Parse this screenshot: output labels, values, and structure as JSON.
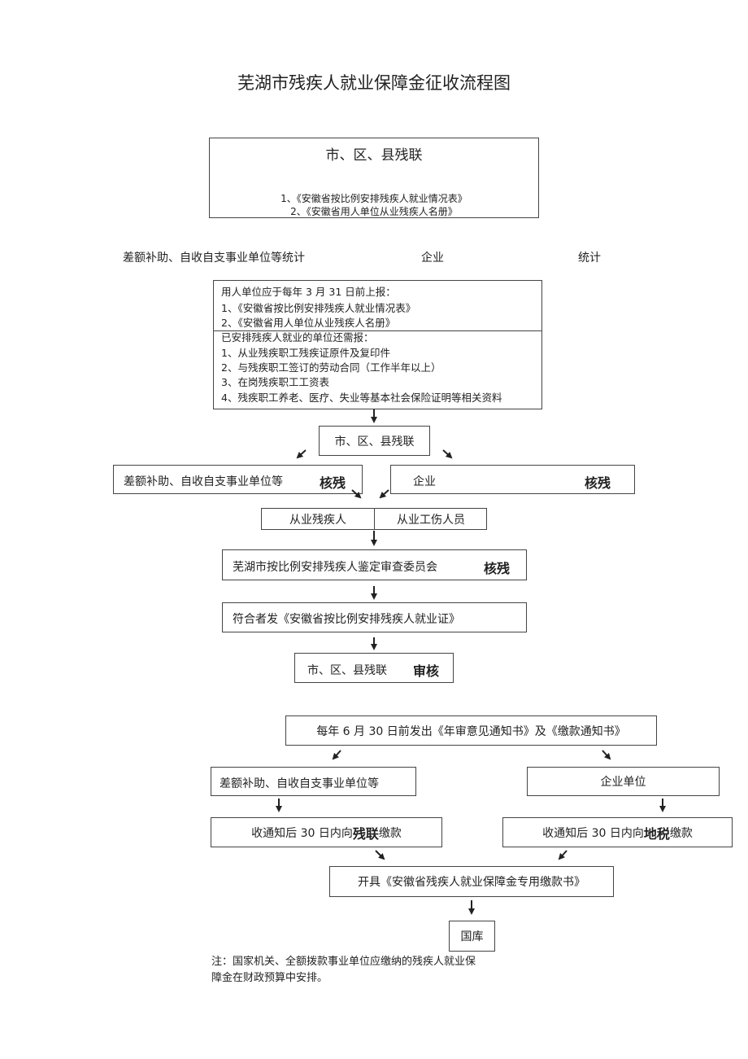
{
  "title": "芜湖市残疾人就业保障金征收流程图",
  "top_box": {
    "heading": "市、区、县残联",
    "items": [
      "1、《安徽省按比例安排残疾人就业情况表》",
      "2、《安徽省用人单位从业残疾人名册》"
    ]
  },
  "stat_row": {
    "left": "差额补助、自收自支事业单位等统计",
    "middle": "企业",
    "right": "统计"
  },
  "report_box": {
    "intro": "用人单位应于每年 3 月 31 日前上报：",
    "items": [
      "1、《安徽省按比例安排残疾人就业情况表》",
      "2、《安徽省用人单位从业残疾人名册》"
    ],
    "extra_heading": "已安排残疾人就业的单位还需报：",
    "extra_items": [
      "1、从业残疾职工残疾证原件及复印件",
      "2、与残疾职工签订的劳动合同（工作半年以上）",
      "3、在岗残疾职工工资表",
      "4、残疾职工养老、医疗、失业等基本社会保险证明等相关资料"
    ]
  },
  "lianhe1": "市、区、县残联",
  "check_left": {
    "label": "差额补助、自收自支事业单位等",
    "mark": "核残"
  },
  "check_right": {
    "label": "企业",
    "mark": "核残"
  },
  "split_box": {
    "left": "从业残疾人",
    "right": "从业工伤人员"
  },
  "committee": {
    "label": "芜湖市按比例安排残疾人鉴定审查委员会",
    "mark": "核残"
  },
  "certificate": "符合者发《安徽省按比例安排残疾人就业证》",
  "audit": {
    "label": "市、区、县残联",
    "mark": "审核"
  },
  "notice": "每年 6 月 30 日前发出《年审意见通知书》及《缴款通知书》",
  "left_unit": "差额补助、自收自支事业单位等",
  "right_unit": "企业单位",
  "pay_left": {
    "pre": "收通知后 30 日内向",
    "mark": "残联",
    "post": "缴款"
  },
  "pay_right": {
    "pre": "收通知后 30 日内向",
    "mark": "地税",
    "post": "缴款"
  },
  "issue": "开具《安徽省残疾人就业保障金专用缴款书》",
  "treasury": "国库",
  "note": [
    "注：国家机关、全额拨款事业单位应缴纳的残疾人就业保",
    "障金在财政预算中安排。"
  ]
}
